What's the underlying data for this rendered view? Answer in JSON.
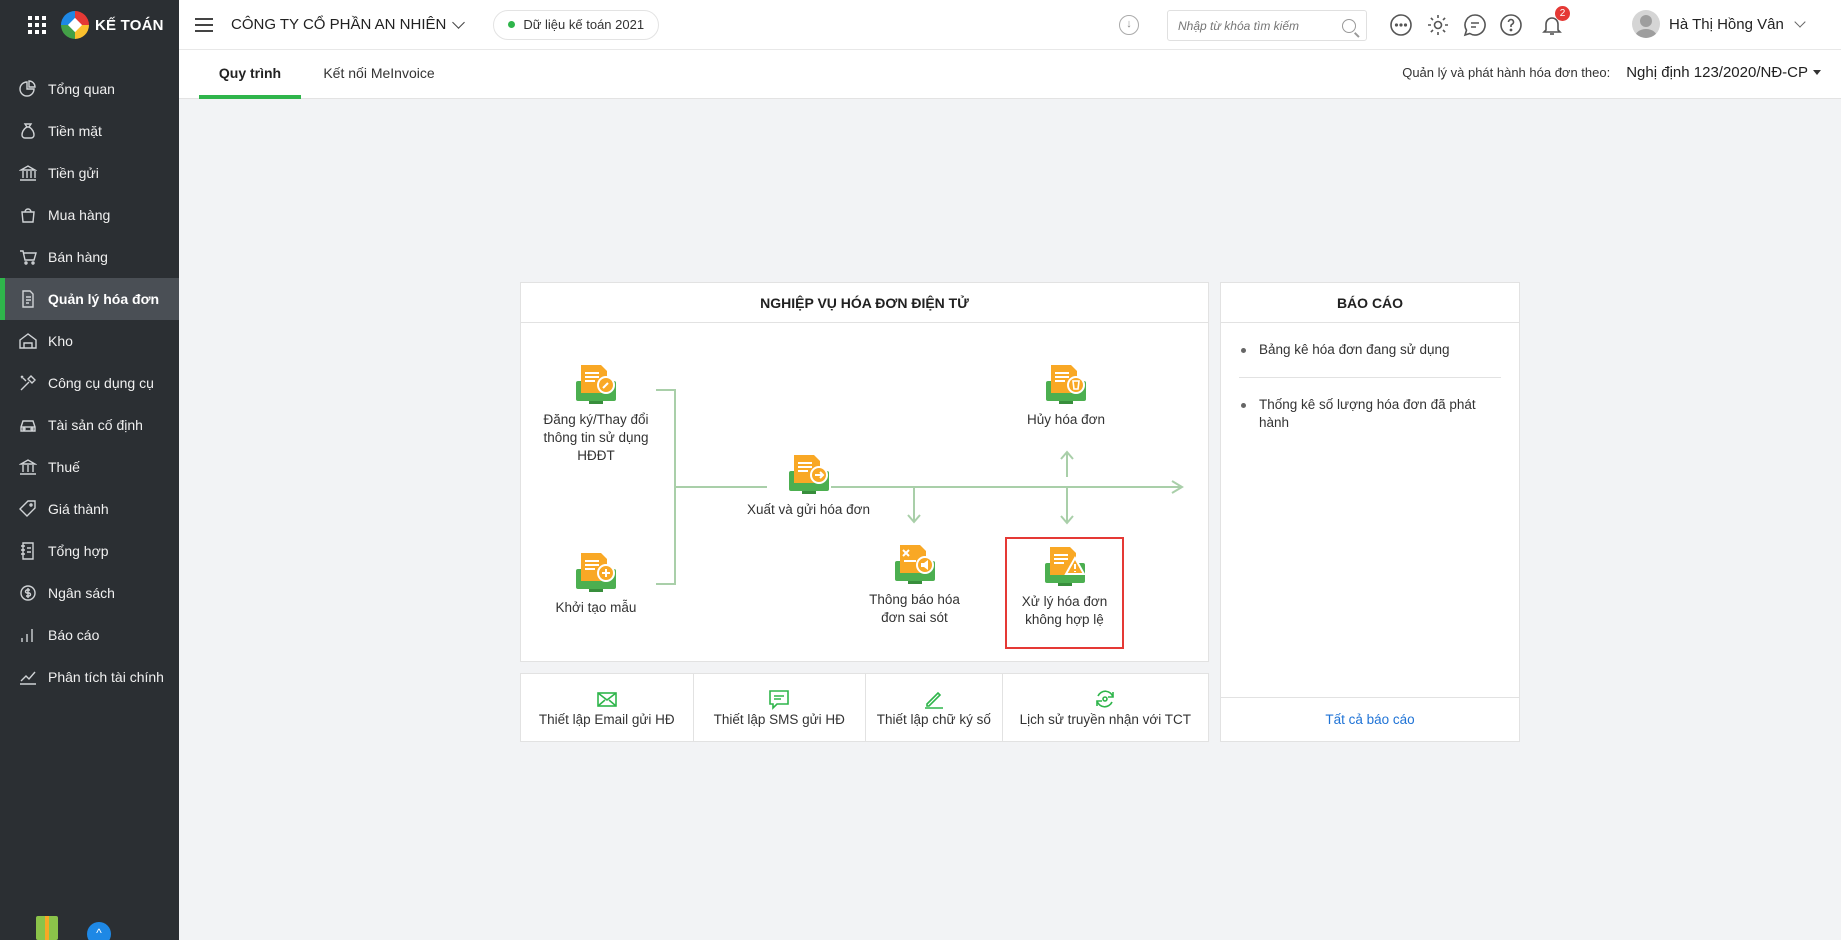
{
  "sidebar": {
    "logo_text": "KẾ TOÁN",
    "items": [
      {
        "label": "Tổng quan",
        "icon": "chart-pie-icon"
      },
      {
        "label": "Tiền mặt",
        "icon": "money-bag-icon"
      },
      {
        "label": "Tiền gửi",
        "icon": "bank-icon"
      },
      {
        "label": "Mua hàng",
        "icon": "shopping-bag-icon"
      },
      {
        "label": "Bán hàng",
        "icon": "cart-icon"
      },
      {
        "label": "Quản lý hóa đơn",
        "icon": "invoice-icon",
        "active": true
      },
      {
        "label": "Kho",
        "icon": "warehouse-icon"
      },
      {
        "label": "Công cụ dụng cụ",
        "icon": "tools-icon"
      },
      {
        "label": "Tài sản cố định",
        "icon": "car-icon"
      },
      {
        "label": "Thuế",
        "icon": "tax-building-icon"
      },
      {
        "label": "Giá thành",
        "icon": "price-tag-icon"
      },
      {
        "label": "Tổng hợp",
        "icon": "ledger-icon"
      },
      {
        "label": "Ngân sách",
        "icon": "budget-icon"
      },
      {
        "label": "Báo cáo",
        "icon": "bar-chart-icon"
      },
      {
        "label": "Phân tích tài chính",
        "icon": "line-chart-icon"
      }
    ]
  },
  "topbar": {
    "company": "CÔNG TY CỔ PHẦN AN NHIÊN",
    "data_label": "Dữ liệu kế toán 2021",
    "search_placeholder": "Nhập từ khóa tìm kiếm",
    "notification_count": "2",
    "user_name": "Hà Thị Hồng Vân"
  },
  "tabs": {
    "items": [
      "Quy trình",
      "Kết nối MeInvoice"
    ],
    "active": "Quy trình",
    "decree_label": "Quản lý và phát hành hóa đơn theo:",
    "decree_value": "Nghị định 123/2020/NĐ-CP"
  },
  "process": {
    "title": "NGHIỆP VỤ HÓA ĐƠN ĐIỆN TỬ",
    "nodes": {
      "register": "Đăng ký/Thay đổi thông tin sử dụng HĐĐT",
      "template": "Khởi tạo mẫu",
      "issue": "Xuất và gửi hóa đơn",
      "cancel": "Hủy hóa đơn",
      "error_notice": "Thông báo hóa đơn sai sót",
      "invalid": "Xử lý hóa đơn không hợp lệ"
    }
  },
  "settings": [
    {
      "label": "Thiết lập Email gửi HĐ",
      "icon": "envelope-icon"
    },
    {
      "label": "Thiết lập SMS gửi HĐ",
      "icon": "sms-icon"
    },
    {
      "label": "Thiết lập chữ ký số",
      "icon": "signature-icon"
    },
    {
      "label": "Lịch sử truyền nhận với TCT",
      "icon": "history-sync-icon"
    }
  ],
  "reports": {
    "title": "BÁO CÁO",
    "items": [
      "Bảng kê hóa đơn đang sử dụng",
      "Thống kê số lượng hóa đơn đã phát hành"
    ],
    "all_link": "Tất cả báo cáo"
  },
  "colors": {
    "accent": "#2fb54b",
    "sidebar_bg": "#2b2f33",
    "highlight_border": "#e53935",
    "link": "#1f73d6"
  }
}
